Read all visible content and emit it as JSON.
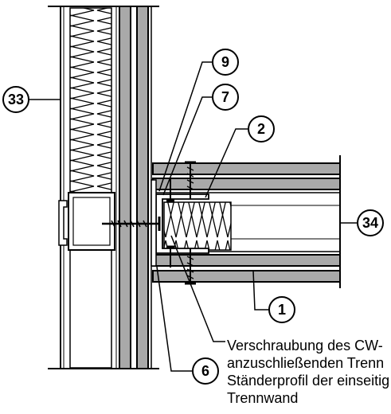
{
  "callouts": {
    "c33": "33",
    "c9": "9",
    "c7": "7",
    "c2": "2",
    "c34": "34",
    "c1": "1",
    "c6": "6"
  },
  "note": {
    "line1": "Verschraubung des CW-",
    "line2": "anzuschließenden Trenn",
    "line3": "Ständerprofil der einseitig",
    "line4": "Trennwand"
  },
  "colors": {
    "board": "#a9a9a9",
    "line": "#000000",
    "background": "#ffffff"
  }
}
